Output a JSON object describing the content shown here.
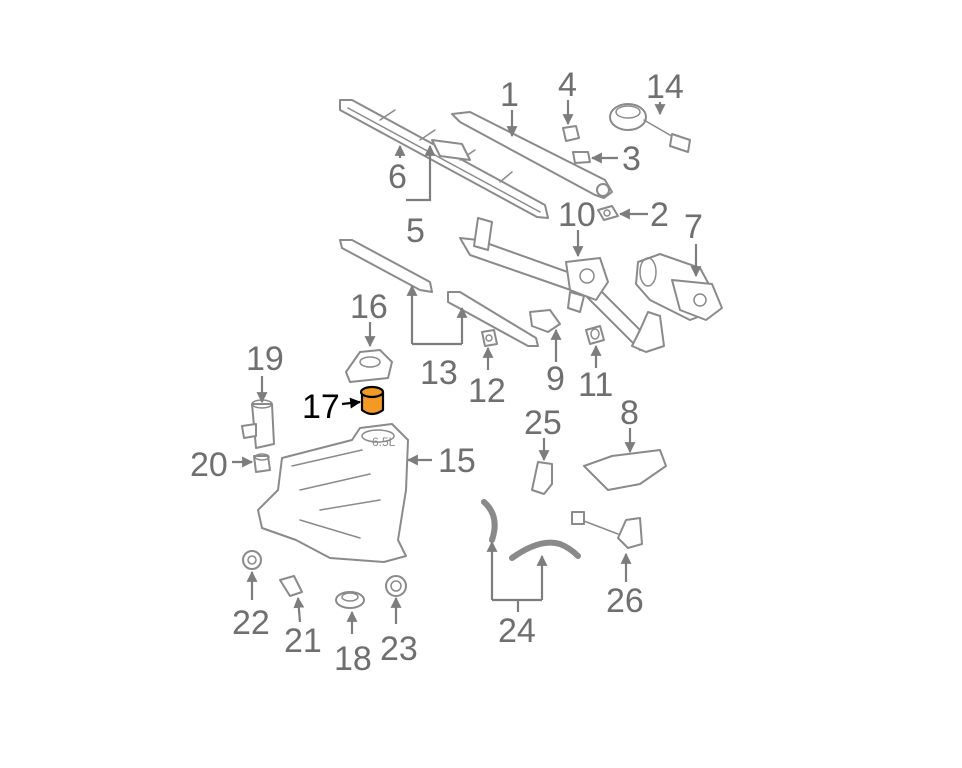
{
  "diagram": {
    "highlighted_callout": "17",
    "highlight_color": "#f39a26",
    "line_color": "#8a8a8a",
    "callouts": {
      "c1": "1",
      "c2": "2",
      "c3": "3",
      "c4": "4",
      "c5": "5",
      "c6": "6",
      "c7": "7",
      "c8": "8",
      "c9": "9",
      "c10": "10",
      "c11": "11",
      "c12": "12",
      "c13": "13",
      "c14": "14",
      "c15": "15",
      "c16": "16",
      "c17": "17",
      "c18": "18",
      "c19": "19",
      "c20": "20",
      "c21": "21",
      "c22": "22",
      "c23": "23",
      "c24": "24",
      "c25": "25",
      "c26": "26"
    },
    "reservoir_label": "6.5L"
  }
}
